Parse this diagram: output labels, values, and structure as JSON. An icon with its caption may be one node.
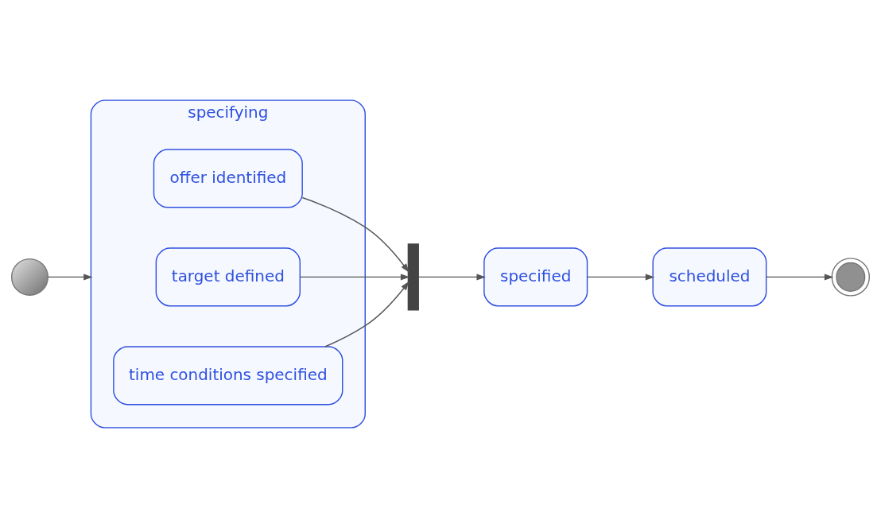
{
  "diagram": {
    "nodes": [
      {
        "text": [],
        "shape": "circle"
      },
      {
        "text": [
          "specifying"
        ]
      },
      {
        "text": [
          "offer identified"
        ],
        "in": 1
      },
      {
        "text": [
          "target defined"
        ],
        "in": 1
      },
      {
        "text": [
          "time conditions specified"
        ],
        "in": 1
      },
      {
        "text": [],
        "shape": "bar"
      },
      {
        "text": [
          "specified"
        ]
      },
      {
        "text": [
          "scheduled"
        ]
      },
      {
        "text": [],
        "shape": "doublecircle"
      }
    ],
    "edges": [
      {
        "from": 0,
        "to": 1,
        "arrow": "to"
      },
      {
        "from": 2,
        "to": 5,
        "arrow": "to"
      },
      {
        "from": 3,
        "to": 5,
        "arrow": "to"
      },
      {
        "from": 4,
        "to": 5,
        "arrow": "to"
      },
      {
        "from": 5,
        "to": 6,
        "arrow": "to"
      },
      {
        "from": 6,
        "to": 7,
        "arrow": "to"
      },
      {
        "from": 7,
        "to": 8,
        "arrow": "to"
      }
    ]
  }
}
